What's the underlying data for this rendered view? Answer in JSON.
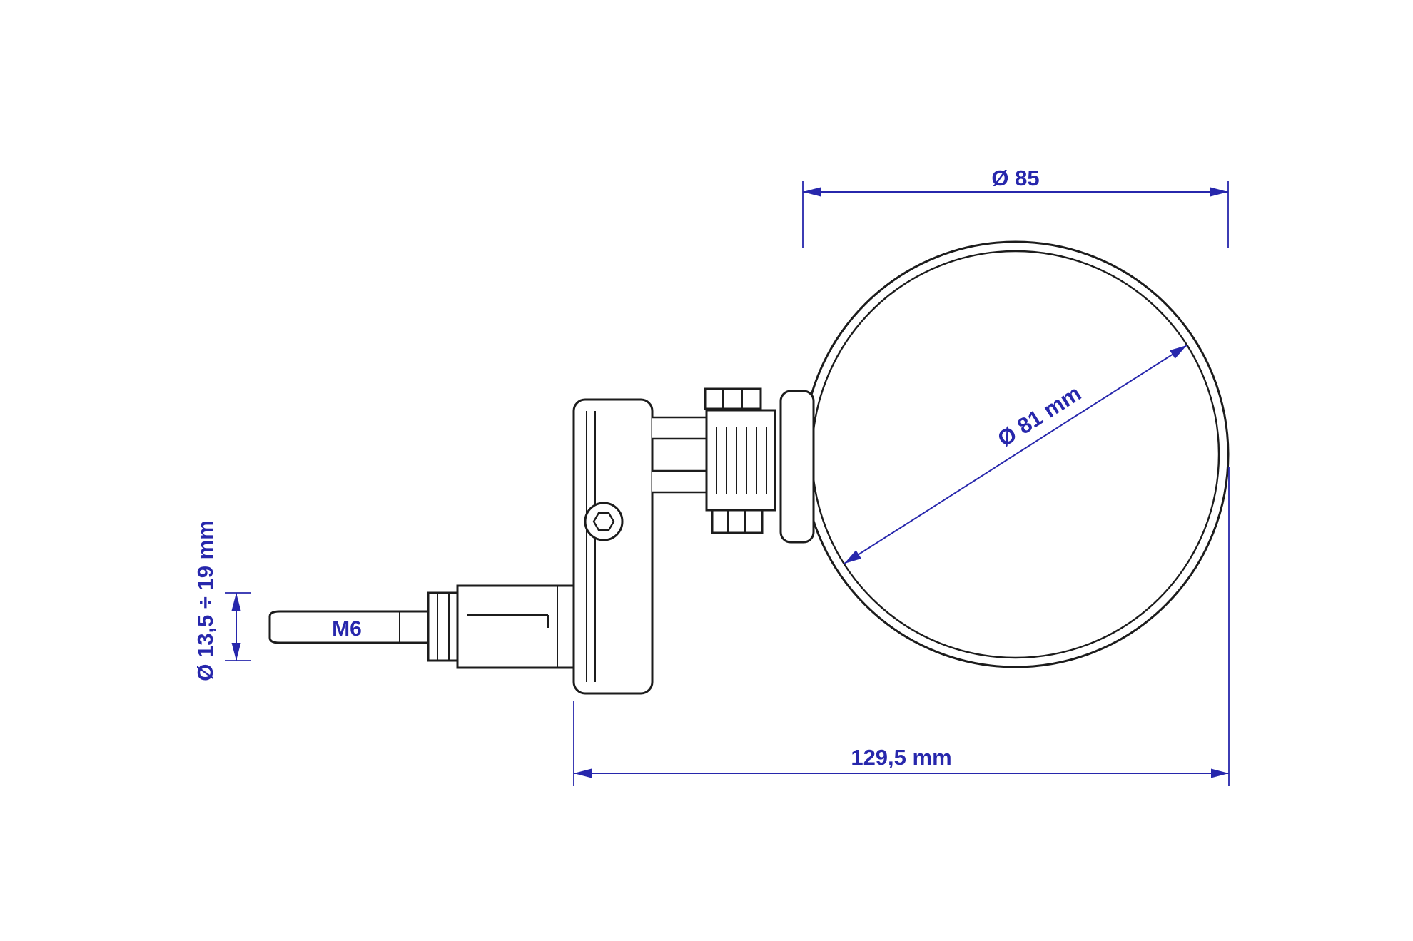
{
  "colors": {
    "background": "#ffffff",
    "line": "#1c1c1c",
    "dimension": "#2727ac"
  },
  "drawing": {
    "labels": {
      "mirror_outer_diameter": "Ø 85",
      "mirror_glass_diameter": "Ø 81 mm",
      "overall_length": "129,5 mm",
      "clamp_diameter_range": "Ø 13,5 ÷ 19 mm",
      "thread_size": "M6"
    }
  }
}
